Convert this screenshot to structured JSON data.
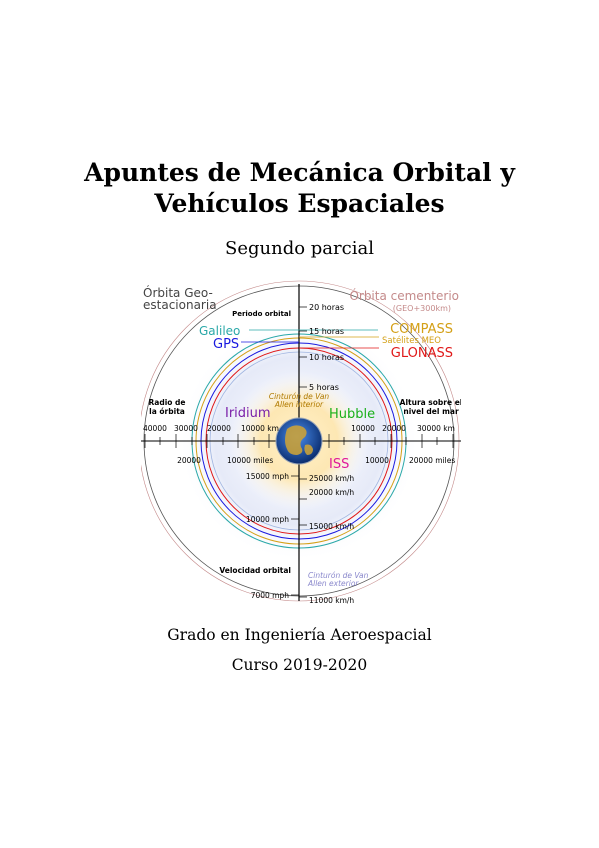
{
  "document": {
    "title_line1": "Apuntes de Mecánica Orbital y",
    "title_line2": "Vehículos Espaciales",
    "subtitle": "Segundo parcial",
    "degree": "Grado en Ingeniería Aeroespacial",
    "course": "Curso 2019-2020"
  },
  "figure": {
    "geo_label_1": "Órbita Geo-",
    "geo_label_2": "estacionaria",
    "cemetery_label": "Órbita cementerio",
    "cemetery_sub": "(GEO+300km)",
    "period_label": "Periodo orbital",
    "hours_20": "20 horas",
    "hours_15": "15 horas",
    "hours_10": "10 horas",
    "hours_5": "5 horas",
    "galileo": "Galileo",
    "gps": "GPS",
    "compass": "COMPASS",
    "mlo": "Satélites MEO",
    "glonass": "GLONASS",
    "van_allen_inner_1": "Cinturón de Van",
    "van_allen_inner_2": "Allen interior",
    "radius_label_1": "Radio de",
    "radius_label_2": "la órbita",
    "altitude_label_1": "Altura sobre el",
    "altitude_label_2": "nivel del mar",
    "iridium": "Iridium",
    "hubble": "Hubble",
    "iss": "ISS",
    "km_40000": "40000",
    "km_30000": "30000",
    "km_20000": "20000",
    "km_10000": "10000 km",
    "alt_10000": "10000",
    "alt_20000": "20000",
    "alt_30000": "30000 km",
    "mi_20000": "20000",
    "mi_10000": "10000 miles",
    "mi_alt_10000": "10000",
    "mi_alt_20000": "20000 miles",
    "mph_15000": "15000 mph",
    "mph_10000": "10000 mph",
    "mph_7000": "7000 mph",
    "kmh_25000": "25000 km/h",
    "kmh_20000": "20000 km/h",
    "kmh_15000": "15000 km/h",
    "kmh_11000": "11000 km/h",
    "velocity_label": "Velocidad orbital",
    "van_allen_outer_1": "Cinturón de Van",
    "van_allen_outer_2": "Allen exterior",
    "colors": {
      "galileo": "#2aa8a8",
      "gps": "#1a1adf",
      "compass": "#d4a017",
      "glonass": "#e01818",
      "iridium": "#7a1fa8",
      "hubble": "#19b019",
      "iss": "#e0199a",
      "van_allen": "#b07a00",
      "van_allen_outer": "#8a88cc",
      "cemetery": "#c48a8a"
    }
  }
}
